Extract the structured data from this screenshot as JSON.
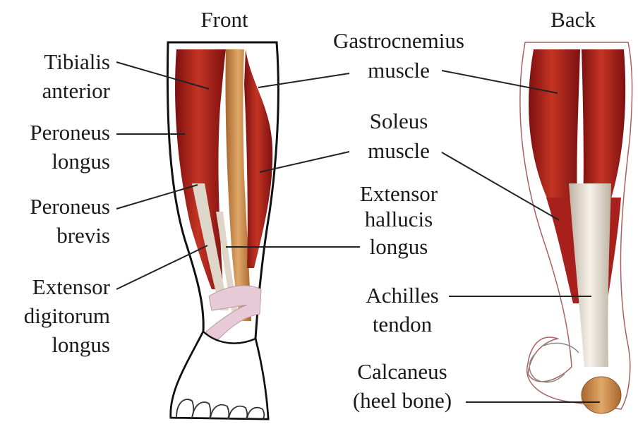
{
  "headings": {
    "front": "Front",
    "back": "Back"
  },
  "labels": {
    "tibialis_anterior": [
      "Tibialis",
      "anterior"
    ],
    "peroneus_longus": [
      "Peroneus",
      "longus"
    ],
    "peroneus_brevis": [
      "Peroneus",
      "brevis"
    ],
    "extensor_digitorum_longus": [
      "Extensor",
      "digitorum",
      "longus"
    ],
    "gastrocnemius": [
      "Gastrocnemius",
      "muscle"
    ],
    "soleus": [
      "Soleus",
      "muscle"
    ],
    "extensor_hallucis_longus": [
      "Extensor",
      "hallucis",
      "longus"
    ],
    "achilles_tendon": [
      "Achilles",
      "tendon"
    ],
    "calcaneus": [
      "Calcaneus",
      "(heel bone)"
    ]
  },
  "colors": {
    "muscle_dark": "#8e1414",
    "muscle": "#b8261f",
    "muscle_light": "#d9503f",
    "tendon": "#ece6da",
    "bone": "#c98a4a",
    "skin_outline": "#111111",
    "ligament": "#e8c9d6"
  }
}
